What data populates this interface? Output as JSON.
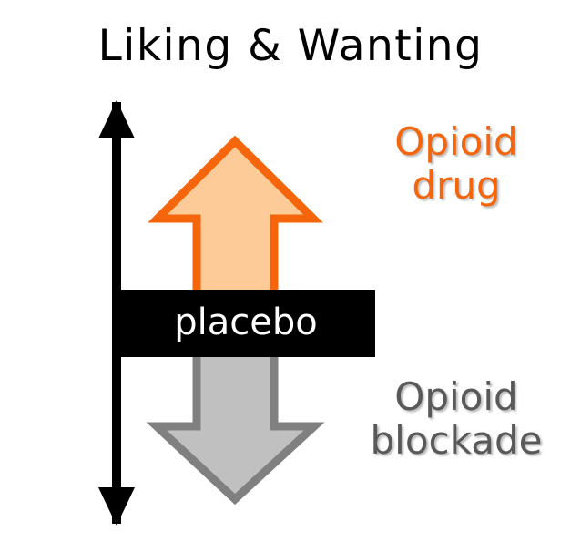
{
  "figure": {
    "title": "Liking & Wanting",
    "background_color": "#FFFFFF"
  },
  "axis": {
    "name": "vertical-double-arrow-axis",
    "color": "#000000",
    "orientation": "vertical",
    "double_headed": true
  },
  "baseline": {
    "label": "placebo",
    "bar_color": "#000000",
    "label_color": "#FFFFFF"
  },
  "arrows": {
    "up": {
      "name": "opioid-drug-up-arrow",
      "direction": "up",
      "fill_color": "#FCCB97",
      "stroke_color": "#F4650C"
    },
    "down": {
      "name": "opioid-blockade-down-arrow",
      "direction": "down",
      "fill_color": "#C0C0C0",
      "stroke_color": "#808080"
    }
  },
  "annotations": {
    "drug": {
      "line1": "Opioid",
      "line2": "drug",
      "color": "#F4650C"
    },
    "blockade": {
      "line1": "Opioid",
      "line2": "blockade",
      "color": "#595959"
    }
  },
  "chart_data": {
    "type": "bar",
    "title": "Liking & Wanting",
    "xlabel": "",
    "ylabel": "Liking & Wanting",
    "categories": [
      "Opioid drug",
      "placebo",
      "Opioid blockade"
    ],
    "values": [
      1,
      0,
      -1
    ],
    "value_meaning": "increase above placebo baseline, baseline, decrease below placebo baseline",
    "grid": false,
    "legend": "none",
    "ylim": [
      -1,
      1
    ],
    "annotations": [
      "Opioid drug",
      "placebo",
      "Opioid blockade"
    ]
  }
}
